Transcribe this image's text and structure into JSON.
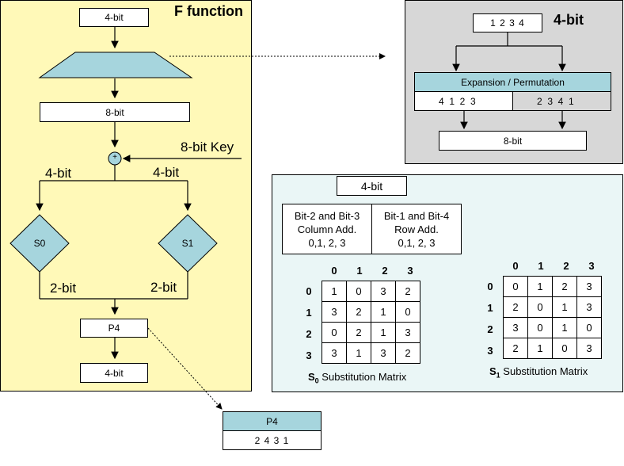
{
  "f_function": {
    "title": "F function",
    "input_label": "4-bit",
    "expanded_label": "8-bit",
    "key_label": "8-bit Key",
    "xor_symbol": "+",
    "left_half_label": "4-bit",
    "right_half_label": "4-bit",
    "sbox0_label": "S0",
    "sbox1_label": "S1",
    "left_out_label": "2-bit",
    "right_out_label": "2-bit",
    "p4_label": "P4",
    "output_label": "4-bit"
  },
  "expansion": {
    "input_value": "1 2 3 4",
    "input_caption": "4-bit",
    "title": "Expansion / Permutation",
    "left_perm": "4  1  2  3",
    "right_perm": "2  3  4  1",
    "output_label": "8-bit"
  },
  "sbox_panel": {
    "input_label": "4-bit",
    "col_desc": "Bit-2 and Bit-3\nColumn Add.\n0,1, 2, 3",
    "row_desc": "Bit-1 and Bit-4\nRow Add.\n0,1, 2, 3",
    "s0": {
      "col_headers": [
        "0",
        "1",
        "2",
        "3"
      ],
      "row_headers": [
        "0",
        "1",
        "2",
        "3"
      ],
      "values": [
        [
          "1",
          "0",
          "3",
          "2"
        ],
        [
          "3",
          "2",
          "1",
          "0"
        ],
        [
          "0",
          "2",
          "1",
          "3"
        ],
        [
          "3",
          "1",
          "3",
          "2"
        ]
      ],
      "caption_symbol": "S",
      "caption_sub": "0",
      "caption_text": " Substitution Matrix"
    },
    "s1": {
      "col_headers": [
        "0",
        "1",
        "2",
        "3"
      ],
      "row_headers": [
        "0",
        "1",
        "2",
        "3"
      ],
      "values": [
        [
          "0",
          "1",
          "2",
          "3"
        ],
        [
          "2",
          "0",
          "1",
          "3"
        ],
        [
          "3",
          "0",
          "1",
          "0"
        ],
        [
          "2",
          "1",
          "0",
          "3"
        ]
      ],
      "caption_symbol": "S",
      "caption_sub": "1",
      "caption_text": " Substitution Matrix"
    }
  },
  "p4_detail": {
    "title": "P4",
    "value": "2 4 3 1"
  },
  "colors": {
    "f_panel_bg": "#FFF9B8",
    "exp_panel_bg": "#D7D7D7",
    "sbox_panel_bg": "#EAF6F6",
    "accent_teal": "#A6D5DD"
  }
}
